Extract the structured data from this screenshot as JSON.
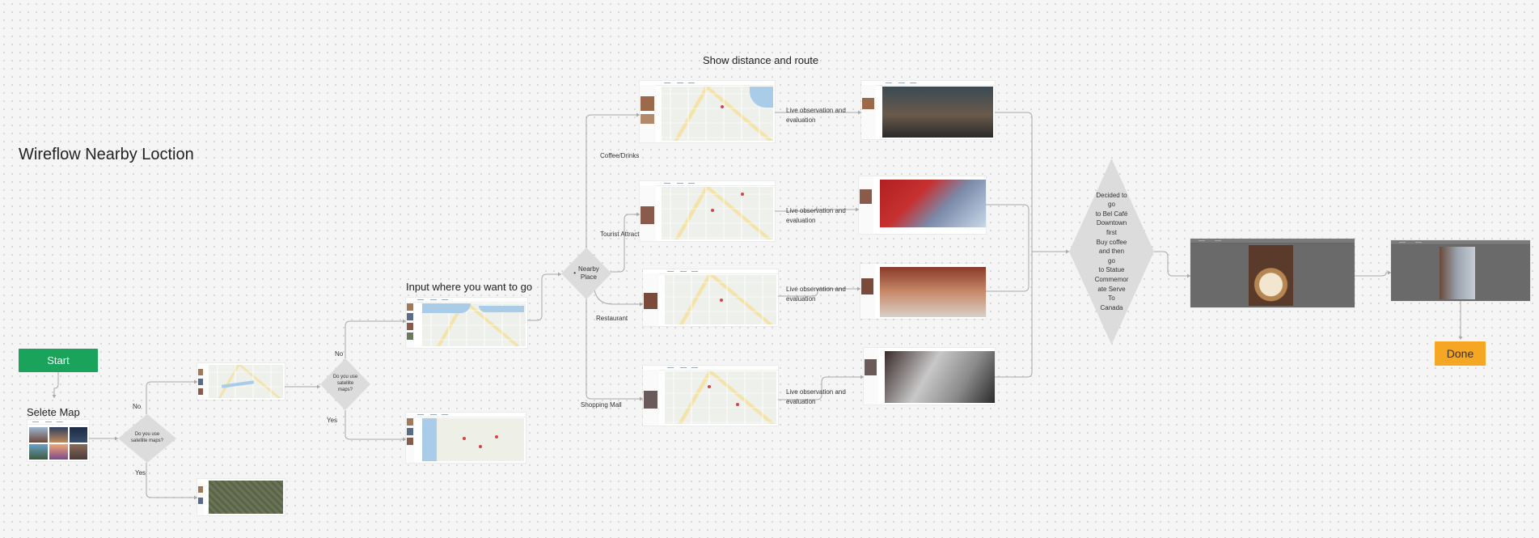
{
  "diagram": {
    "title": "Wireflow Nearby  Loction",
    "start_label": "Start",
    "select_map_label": "Selete Map",
    "done_label": "Done",
    "input_heading": "Input where you want to go",
    "show_distance_heading": "Show distance and route",
    "decision_satellite_1": "Do you use satellite maps?",
    "decision_satellite_2": "Do you use satellite maps?",
    "nearby_place": "Nearby Place",
    "final_decision": "Decided to go\nto Bel Café\nDowntown\nfirst\nBuy coffee\nand then go\nto Statue\nCommemor\nate Serve To\nCanada",
    "edge_labels": {
      "no_1": "No",
      "yes_1": "Yes",
      "no_2": "No",
      "yes_2": "Yes"
    },
    "categories": [
      "Coffee/Drinks",
      "Tourist Attraction",
      "Restaurant",
      "Shopping Mall"
    ],
    "live_observation": [
      "Live observation and\nevaluation",
      "Live observation and\nevaluation",
      "Live observation and\nevaluation",
      "Live observation and\nevaluation"
    ]
  },
  "colors": {
    "start": "#1aa35a",
    "done": "#f5a623",
    "diamond": "#dcdcdc",
    "connector": "#a9a9a9"
  }
}
